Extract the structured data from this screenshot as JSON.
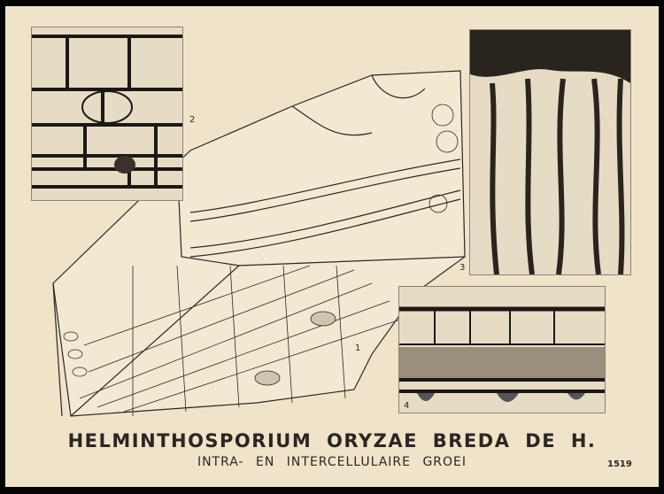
{
  "title": "HELMINTHOSPORIUM ORYZAE BREDA DE H.",
  "subtitle": "INTRA- EN INTERCELLULAIRE GROEI",
  "catalog_number": "1519",
  "figure_labels": [
    "1",
    "2",
    "3",
    "4"
  ]
}
